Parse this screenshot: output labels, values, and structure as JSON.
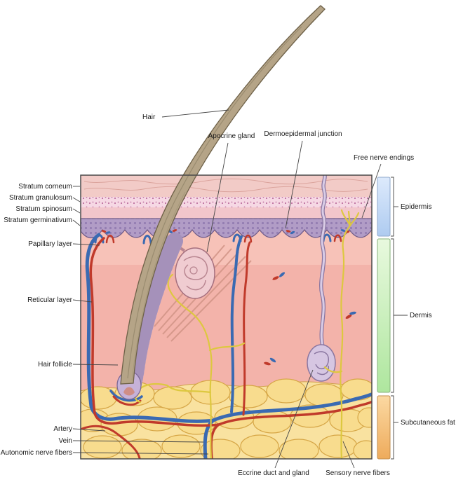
{
  "figure": {
    "description": "Cross-section anatomical diagram of human skin"
  },
  "labels": {
    "hair": "Hair",
    "apocrine_gland": "Apocrine gland",
    "dermoepidermal_junction": "Dermoepidermal junction",
    "free_nerve_endings": "Free nerve endings",
    "stratum_corneum": "Stratum corneum",
    "stratum_granulosum": "Stratum granulosum",
    "stratum_spinosum": "Stratum spinosum",
    "stratum_germinativum": "Stratum germinativum",
    "papillary_layer": "Papillary layer",
    "reticular_layer": "Reticular layer",
    "hair_follicle": "Hair follicle",
    "artery": "Artery",
    "vein": "Vein",
    "autonomic_nerve_fibers": "Autonomic nerve fibers",
    "eccrine_duct_and_gland": "Eccrine duct and gland",
    "sensory_nerve_fibers": "Sensory nerve fibers"
  },
  "regions": {
    "epidermis": "Epidermis",
    "dermis": "Dermis",
    "subcutaneous_fat": "Subcutaneous fat"
  },
  "colors": {
    "artery_red": "#c03a2b",
    "vein_blue": "#3a6ab2",
    "nerve_yellow": "#ddc83f",
    "dermis_pink": "#f3b3aa",
    "fat_yellow": "#f8dc8e",
    "basal_purple": "#b19cc6",
    "epidermis_bar": "#bcd4f2",
    "dermis_bar": "#bdecae",
    "fat_bar": "#f2ba74"
  }
}
